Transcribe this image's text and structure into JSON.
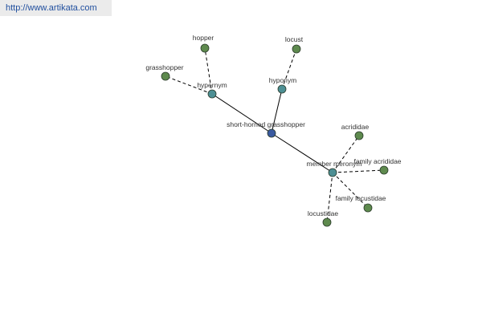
{
  "watermark": "http://www.artikata.com",
  "colors": {
    "center_node": "#3a5aa0",
    "relation_node": "#4d8f94",
    "leaf_node": "#5e8a4e",
    "edge": "#000000",
    "watermark_bg": "#ebebeb",
    "watermark_text": "#1f4e9e"
  },
  "graph": {
    "center": {
      "id": "center",
      "label": "short-horned grasshopper"
    },
    "relations": [
      {
        "id": "hypernym",
        "label": "hypernym",
        "terms": [
          "hopper",
          "grasshopper"
        ]
      },
      {
        "id": "hyponym",
        "label": "hyponym",
        "terms": [
          "locust"
        ]
      },
      {
        "id": "member-meronym",
        "label": "member meronym",
        "terms": [
          "acrididae",
          "family acrididae",
          "family locustidae",
          "locustidae"
        ]
      }
    ]
  }
}
